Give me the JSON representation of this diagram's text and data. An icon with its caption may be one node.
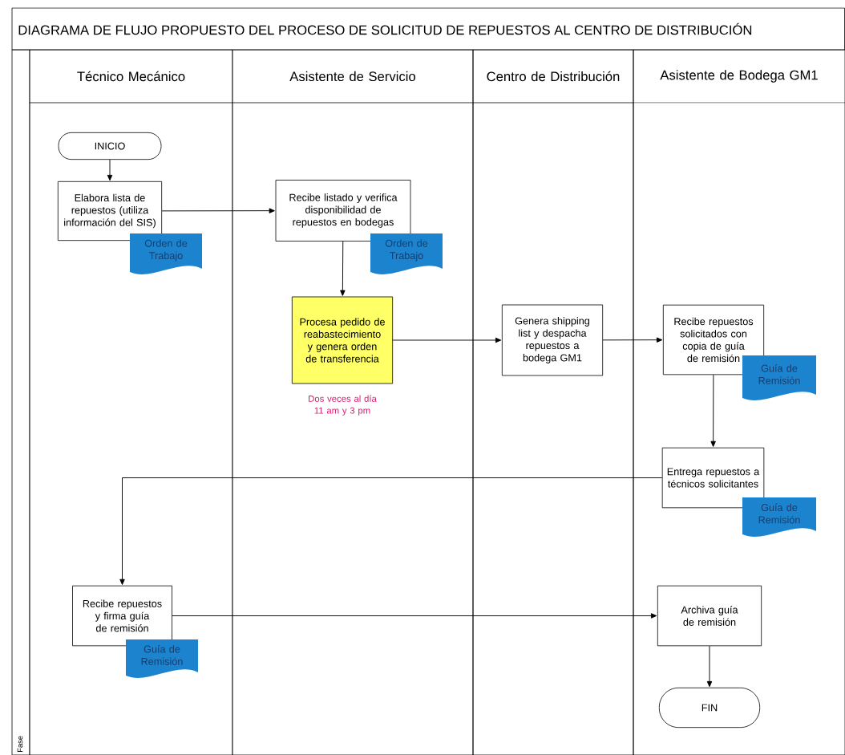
{
  "diagram": {
    "title": "DIAGRAMA DE FLUJO PROPUESTO DEL PROCESO DE SOLICITUD DE REPUESTOS AL CENTRO DE DISTRIBUCIÓN",
    "nodes": [
      {
        "text": [
          "Técnico Mecánico"
        ]
      },
      {
        "text": [
          "Asistente de Servicio"
        ]
      },
      {
        "text": [
          "Centro de Distribución"
        ]
      },
      {
        "text": [
          "Asistente de Bodega GM1"
        ]
      },
      {
        "text": [
          "INICIO"
        ],
        "in": 0
      },
      {
        "text": [
          "Elabora lista de repuestos (utiliza información del SIS)"
        ],
        "in": 0
      },
      {
        "text": [
          "Orden de Trabajo"
        ],
        "in": 0
      },
      {
        "text": [
          "Recibe listado y verifica disponibilidad de repuestos en bodegas"
        ],
        "in": 1
      },
      {
        "text": [
          "Orden de Trabajo"
        ],
        "in": 1
      },
      {
        "text": [
          "Procesa pedido de reabastecimiento y genera orden de transferencia"
        ],
        "in": 1,
        "beside": [
          "Dos veces al día 11 am y 3 pm"
        ]
      },
      {
        "text": [
          "Genera shipping list y despacha repuestos a bodega GM1"
        ],
        "in": 2
      },
      {
        "text": [
          "Recibe repuestos solicitados con copia de guía de remisión"
        ],
        "in": 3
      },
      {
        "text": [
          "Guía de Remisión"
        ],
        "in": 3
      },
      {
        "text": [
          "Entrega repuestos a técnicos solicitantes"
        ],
        "in": 3
      },
      {
        "text": [
          "Guía de Remisión"
        ],
        "in": 3
      },
      {
        "text": [
          "Recibe repuestos y firma guía de remisión"
        ],
        "in": 0
      },
      {
        "text": [
          "Guía de Remisión"
        ],
        "in": 0
      },
      {
        "text": [
          "Archiva guía de remisión"
        ],
        "in": 3
      },
      {
        "text": [
          "FIN"
        ],
        "in": 3
      }
    ],
    "edges": [
      {
        "from": 4,
        "to": 5,
        "arrow": "to"
      },
      {
        "from": 5,
        "to": 7,
        "arrow": "to"
      },
      {
        "from": 7,
        "to": 9,
        "arrow": "to"
      },
      {
        "from": 9,
        "to": 10,
        "arrow": "to"
      },
      {
        "from": 10,
        "to": 11,
        "arrow": "to"
      },
      {
        "from": 11,
        "to": 13,
        "arrow": "to"
      },
      {
        "from": 13,
        "to": 15,
        "arrow": "to"
      },
      {
        "from": 15,
        "to": 17,
        "arrow": "to"
      },
      {
        "from": 17,
        "to": 18,
        "arrow": "to"
      }
    ],
    "labels": [
      "Fase"
    ]
  }
}
